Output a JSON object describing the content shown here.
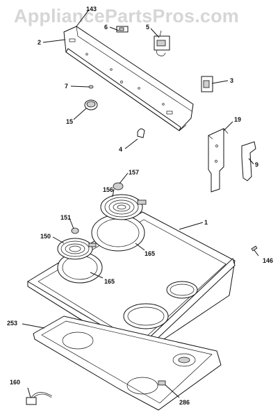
{
  "watermark": "AppliancePartsPros.com",
  "labels": {
    "l143": "143",
    "l2": "2",
    "l6": "6",
    "l5": "5",
    "l3": "3",
    "l7": "7",
    "l15": "15",
    "l4": "4",
    "l19": "19",
    "l9": "9",
    "l157": "157",
    "l156": "156",
    "l1": "1",
    "l151": "151",
    "l150": "150",
    "l165a": "165",
    "l165b": "165",
    "l146": "146",
    "l253": "253",
    "l160": "160",
    "l286": "286"
  }
}
